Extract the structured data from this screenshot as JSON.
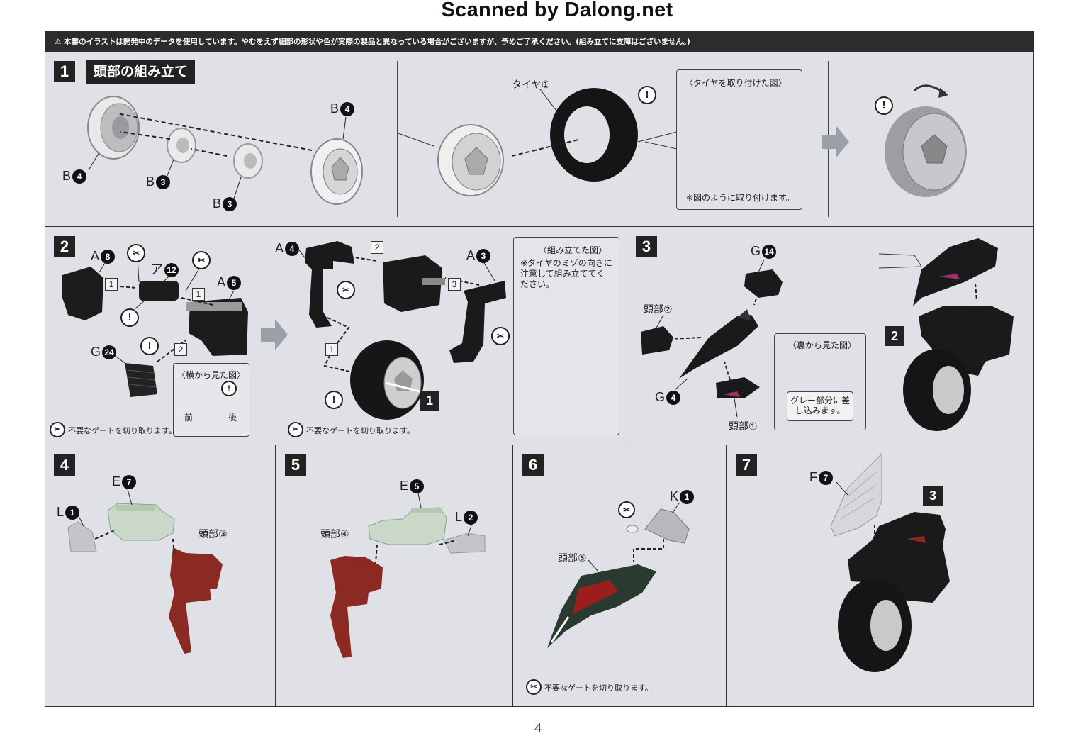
{
  "watermark": "Scanned by Dalong.net",
  "notice": "⚠ 本書のイラストは開発中のデータを使用しています。やむをえず細部の形状や色が実際の製品と異なっている場合がございますが、予めご了承ください。(組み立てに支障はございません。)",
  "page_number": "4",
  "step1": {
    "number": "1",
    "title": "頭部の組み立て",
    "labels": {
      "b4_top": "B",
      "b4_top_num": "4",
      "b4_left": "B",
      "b4_left_num": "4",
      "b3_a": "B",
      "b3_a_num": "3",
      "b3_b": "B",
      "b3_b_num": "3",
      "tire": "タイヤ①"
    },
    "inset_title": "〈タイヤを取り付けた図〉",
    "inset_note": "※図のように取り付けます。"
  },
  "step2": {
    "number": "2",
    "labels": {
      "a8": "A",
      "a8_num": "8",
      "a12": "ア",
      "a12_num": "12",
      "a5": "A",
      "a5_num": "5",
      "g24": "G",
      "g24_num": "24",
      "a4": "A",
      "a4_num": "4",
      "a3": "A",
      "a3_num": "3"
    },
    "sub_steps": [
      "1",
      "1",
      "2",
      "2",
      "3",
      "1"
    ],
    "side_view_title": "〈横から見た図〉",
    "front": "前",
    "back": "後",
    "gate_note_1": "不要なゲートを切り取ります。",
    "gate_note_2": "不要なゲートを切り取ります。",
    "assembled_title": "〈組み立てた図〉",
    "assembled_note": "※タイヤのミゾの向きに注意して組み立ててください。",
    "ref_step": "1"
  },
  "step3": {
    "number": "3",
    "labels": {
      "g14": "G",
      "g14_num": "14",
      "head2": "頭部②",
      "g4": "G",
      "g4_num": "4",
      "head1": "頭部①"
    },
    "back_view_title": "〈裏から見た図〉",
    "back_view_note": "グレー部分に差し込みます。",
    "ref_step": "2"
  },
  "step4": {
    "number": "4",
    "labels": {
      "e7": "E",
      "e7_num": "7",
      "l1": "L",
      "l1_num": "1",
      "head3": "頭部③"
    }
  },
  "step5": {
    "number": "5",
    "labels": {
      "e5": "E",
      "e5_num": "5",
      "l2": "L",
      "l2_num": "2",
      "head4": "頭部④"
    }
  },
  "step6": {
    "number": "6",
    "labels": {
      "k1": "K",
      "k1_num": "1",
      "head5": "頭部⑤"
    },
    "gate_note": "不要なゲートを切り取ります。"
  },
  "step7": {
    "number": "7",
    "labels": {
      "f7": "F",
      "f7_num": "7"
    },
    "ref_step": "3"
  },
  "colors": {
    "panel": "#dfe1e6",
    "dark": "#222222",
    "part_red": "#8b2a22",
    "part_green": "#c9d8c8",
    "tire": "#1a1a1a",
    "wheel": "#d4d4d6"
  }
}
